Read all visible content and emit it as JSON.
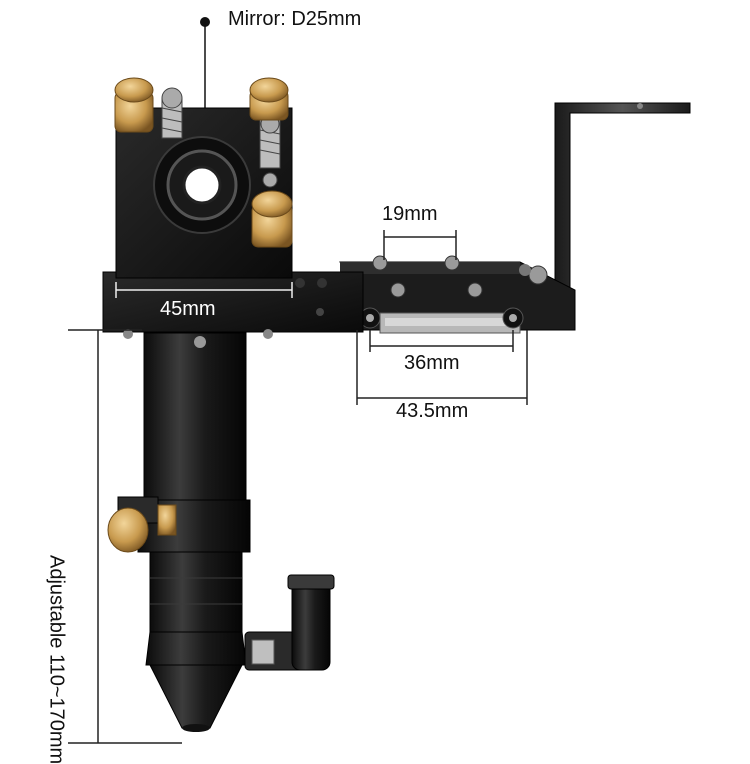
{
  "labels": {
    "mirror": "Mirror: D25mm",
    "width_block": "45mm",
    "slot_spacing": "19mm",
    "inner_width": "36mm",
    "outer_width": "43.5mm",
    "adjustable_height": "Adjustable 110~170mm"
  },
  "colors": {
    "metal_black": "#141414",
    "metal_highlight": "#3a3a3a",
    "brass": "#c8a15a",
    "steel": "#9a9a9a",
    "dimension_line": "#222222"
  }
}
